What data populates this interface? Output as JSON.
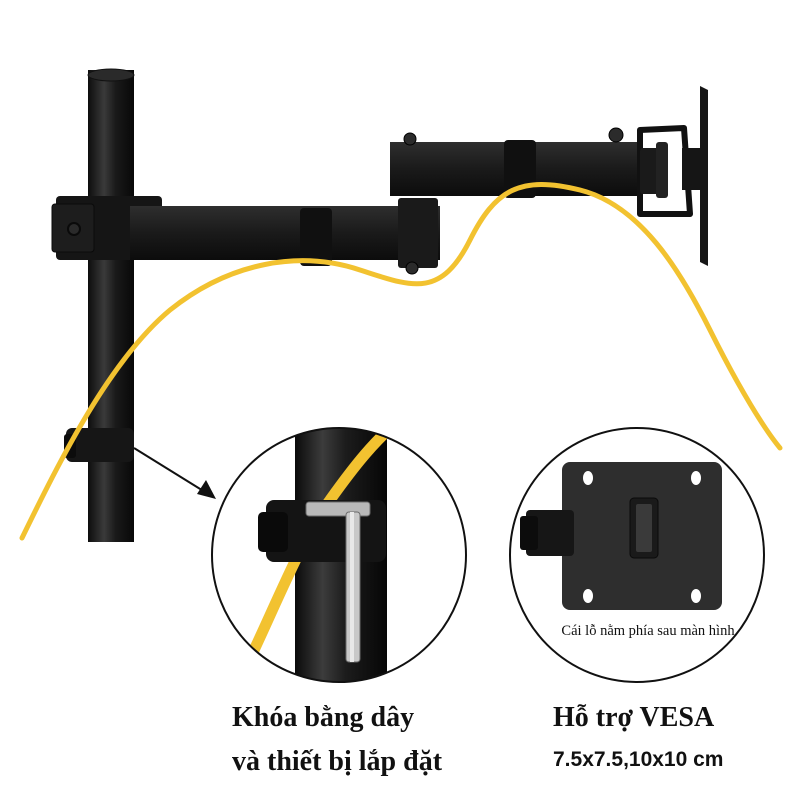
{
  "captions": {
    "cable_lock_line1": "Khóa bằng dây",
    "cable_lock_line2": "và thiết bị lắp đặt",
    "vesa_title": "Hỗ trợ VESA",
    "vesa_sizes": "7.5x7.5,10x10 cm"
  },
  "vesa_inset": {
    "note": "Cái lỗ nằm phía sau màn hình"
  },
  "colors": {
    "background": "#ffffff",
    "metal": "#1c1c1c",
    "cable": "#f2c230",
    "text": "#111111"
  },
  "icons": {
    "arrow": "arrow-pointer-icon",
    "pole": "pole-icon",
    "arm": "monitor-arm-icon",
    "cable": "cable-icon",
    "vesa_plate": "vesa-plate-icon",
    "hex_key": "hex-key-icon"
  }
}
